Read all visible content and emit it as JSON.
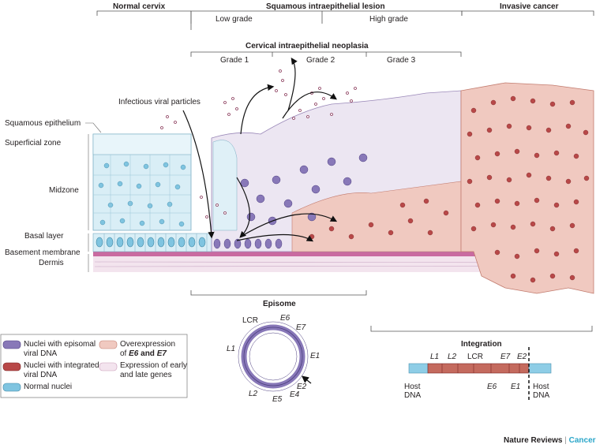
{
  "headers": {
    "normal_cervix": "Normal cervix",
    "squamous_lesion": "Squamous intraepithelial lesion",
    "low_grade": "Low grade",
    "high_grade": "High grade",
    "invasive_cancer": "Invasive cancer",
    "cin": "Cervical intraepithelial neoplasia",
    "grade1": "Grade 1",
    "grade2": "Grade 2",
    "grade3": "Grade 3"
  },
  "tissue_labels": {
    "infectious": "Infectious viral particles",
    "squamous_epithelium": "Squamous epithelium",
    "superficial_zone": "Superficial zone",
    "midzone": "Midzone",
    "basal_layer": "Basal layer",
    "basement_membrane": "Basement membrane",
    "dermis": "Dermis"
  },
  "episome": {
    "title": "Episome",
    "genes": {
      "lcr": "LCR",
      "e6": "E6",
      "e7": "E7",
      "l1": "L1",
      "e1": "E1",
      "e2": "E2",
      "e4": "E4",
      "e5": "E5",
      "l2": "L2"
    }
  },
  "integration": {
    "title": "Integration",
    "top": {
      "l1": "L1",
      "l2": "L2",
      "lcr": "LCR",
      "e7": "E7",
      "e2": "E2"
    },
    "bottom": {
      "e6": "E6",
      "e1": "E1"
    },
    "host_left_1": "Host",
    "host_left_2": "DNA",
    "host_right_1": "Host",
    "host_right_2": "DNA"
  },
  "legend": {
    "episomal_1": "Nuclei with episomal",
    "episomal_2": "viral DNA",
    "integrated_1": "Nuclei with integrated",
    "integrated_2": "viral DNA",
    "normal": "Normal nuclei",
    "overexp_1": "Overexpression",
    "overexp_2_pre": "of ",
    "overexp_e6": "E6",
    "overexp_and": " and ",
    "overexp_e7": "E7",
    "genes_1": "Expression of early",
    "genes_2": "and late genes"
  },
  "brand": {
    "name": "Nature Reviews",
    "sep": " | ",
    "journal": "Cancer"
  },
  "colors": {
    "normal_nucleus": "#7fc4e0",
    "normal_cell": "#d9eef6",
    "episomal_nucleus": "#8878b8",
    "episomal_cell": "#e6dff0",
    "integrated_nucleus": "#b84848",
    "cancer_cell": "#f0c9c0",
    "membrane": "#c96aa0",
    "dermis": "#f3e4ee",
    "host_dna": "#8ecde6",
    "viral_dna": "#c46a5e"
  }
}
